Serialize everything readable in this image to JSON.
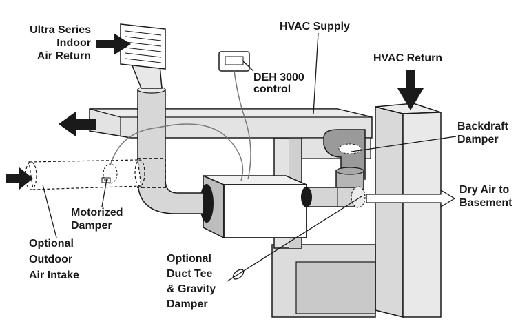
{
  "labels": {
    "indoor_return": [
      "Ultra Series",
      "Indoor",
      "Air Return"
    ],
    "hvac_supply": "HVAC Supply",
    "hvac_return": "HVAC Return",
    "deh_control": [
      "DEH 3000",
      "control"
    ],
    "backdraft_damper": [
      "Backdraft",
      "Damper"
    ],
    "dry_air": [
      "Dry Air to",
      "Basement"
    ],
    "motorized_damper": [
      "Motorized",
      "Damper"
    ],
    "outdoor_intake": [
      "Optional",
      "Outdoor",
      "Air Intake"
    ],
    "duct_tee": [
      "Optional",
      "Duct Tee",
      "& Gravity",
      "Damper"
    ]
  },
  "colors": {
    "stroke": "#1a1a1a",
    "duct_fill": "#e3e3e3",
    "duct_shade": "#c9c9c9",
    "dark_duct": "#9a9a9a",
    "unit_fill": "#ffffff"
  }
}
